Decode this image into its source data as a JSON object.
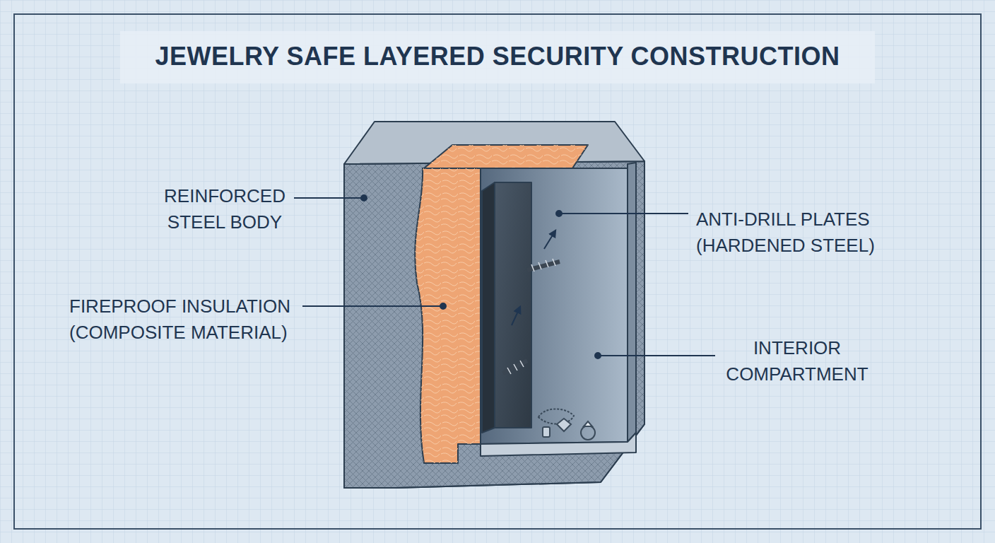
{
  "diagram": {
    "title": "JEWELRY SAFE LAYERED SECURITY CONSTRUCTION",
    "labels": [
      "REINFORCED STEEL BODY",
      "FIREPROOF INSULATION (COMPOSITE MATERIAL)",
      "ANTI-DRILL PLATES (HARDENED STEEL)",
      "INTERIOR COMPARTMENT"
    ]
  }
}
